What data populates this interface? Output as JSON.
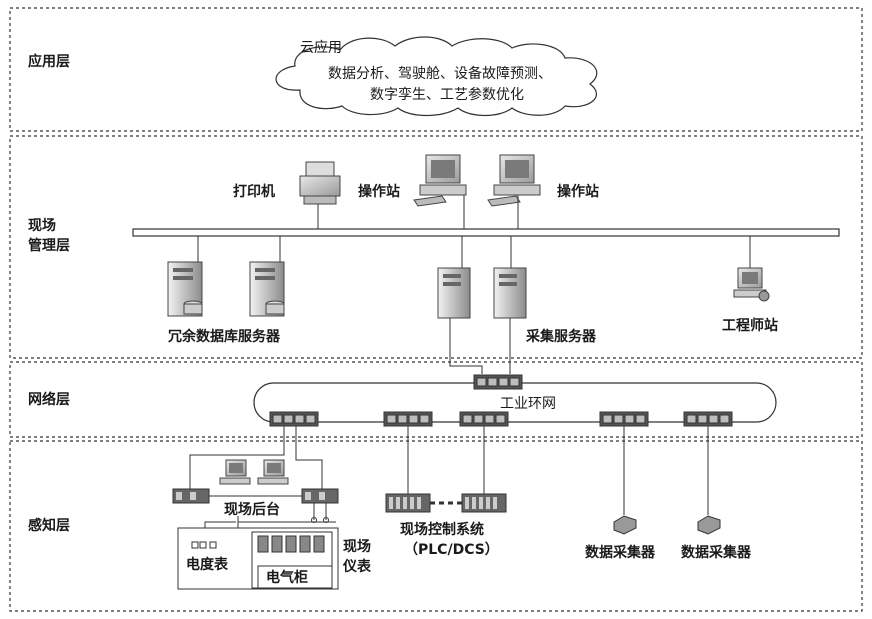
{
  "layers": {
    "application": "应用层",
    "field_management_line1": "现场",
    "field_management_line2": "管理层",
    "network": "网络层",
    "perception": "感知层"
  },
  "cloud": {
    "title": "云应用",
    "line1": "数据分析、驾驶舱、设备故障预测、",
    "line2": "数字孪生、工艺参数优化"
  },
  "management": {
    "printer": "打印机",
    "operator_station_1": "操作站",
    "operator_station_2": "操作站",
    "redundant_db_servers": "冗余数据库服务器",
    "collection_servers": "采集服务器",
    "engineer_station": "工程师站"
  },
  "network": {
    "ring_label": "工业环网"
  },
  "perception": {
    "field_backend": "现场后台",
    "energy_meter": "电度表",
    "electrical_cabinet": "电气柜",
    "field_instrument_line1": "现场",
    "field_instrument_line2": "仪表",
    "control_system_line1": "现场控制系统",
    "control_system_line2": "（PLC/DCS）",
    "data_collector_1": "数据采集器",
    "data_collector_2": "数据采集器"
  }
}
